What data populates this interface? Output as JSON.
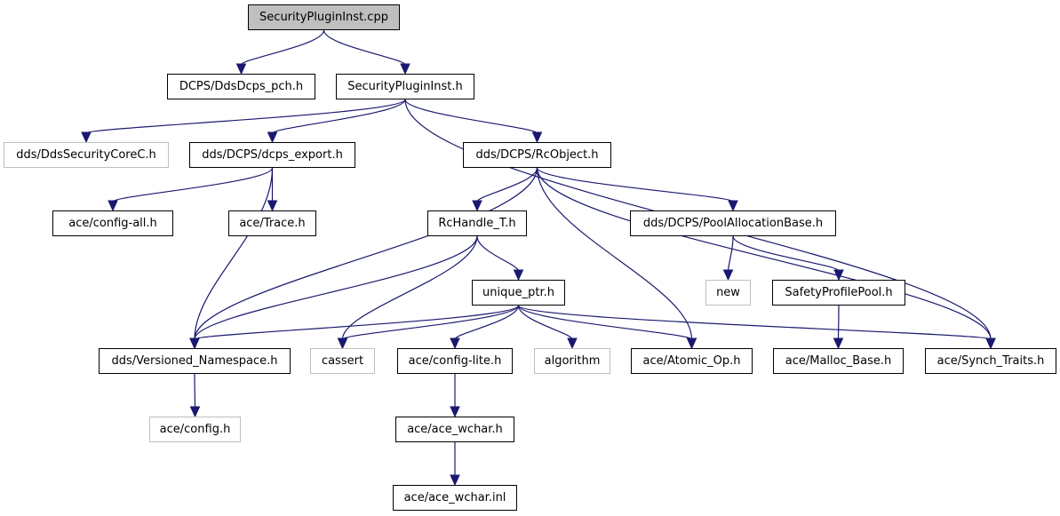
{
  "diagram": {
    "nodes": [
      {
        "id": "root",
        "label": "SecurityPluginInst.cpp",
        "kind": "root"
      },
      {
        "id": "pch",
        "label": "DCPS/DdsDcps_pch.h",
        "kind": "file"
      },
      {
        "id": "spi_h",
        "label": "SecurityPluginInst.h",
        "kind": "file"
      },
      {
        "id": "corec",
        "label": "dds/DdsSecurityCoreC.h",
        "kind": "external"
      },
      {
        "id": "export",
        "label": "dds/DCPS/dcps_export.h",
        "kind": "file"
      },
      {
        "id": "rcobj",
        "label": "dds/DCPS/RcObject.h",
        "kind": "file"
      },
      {
        "id": "cfgall",
        "label": "ace/config-all.h",
        "kind": "file"
      },
      {
        "id": "trace",
        "label": "ace/Trace.h",
        "kind": "file"
      },
      {
        "id": "rchandle",
        "label": "RcHandle_T.h",
        "kind": "file"
      },
      {
        "id": "pool",
        "label": "dds/DCPS/PoolAllocationBase.h",
        "kind": "file"
      },
      {
        "id": "new",
        "label": "new",
        "kind": "external"
      },
      {
        "id": "safety",
        "label": "SafetyProfilePool.h",
        "kind": "file"
      },
      {
        "id": "uptr",
        "label": "unique_ptr.h",
        "kind": "file"
      },
      {
        "id": "vns",
        "label": "dds/Versioned_Namespace.h",
        "kind": "file"
      },
      {
        "id": "cassert",
        "label": "cassert",
        "kind": "external"
      },
      {
        "id": "cfglite",
        "label": "ace/config-lite.h",
        "kind": "file"
      },
      {
        "id": "algorithm",
        "label": "algorithm",
        "kind": "external"
      },
      {
        "id": "atomic",
        "label": "ace/Atomic_Op.h",
        "kind": "file"
      },
      {
        "id": "malloc",
        "label": "ace/Malloc_Base.h",
        "kind": "file"
      },
      {
        "id": "synch",
        "label": "ace/Synch_Traits.h",
        "kind": "file"
      },
      {
        "id": "config",
        "label": "ace/config.h",
        "kind": "external"
      },
      {
        "id": "wchar",
        "label": "ace/ace_wchar.h",
        "kind": "file"
      },
      {
        "id": "wcharinl",
        "label": "ace/ace_wchar.inl",
        "kind": "file"
      }
    ],
    "edges": [
      [
        "root",
        "pch"
      ],
      [
        "root",
        "spi_h"
      ],
      [
        "spi_h",
        "corec"
      ],
      [
        "spi_h",
        "export"
      ],
      [
        "spi_h",
        "rcobj"
      ],
      [
        "spi_h",
        "synch"
      ],
      [
        "export",
        "cfgall"
      ],
      [
        "export",
        "trace"
      ],
      [
        "export",
        "vns"
      ],
      [
        "rcobj",
        "vns"
      ],
      [
        "rcobj",
        "rchandle"
      ],
      [
        "rcobj",
        "atomic"
      ],
      [
        "rcobj",
        "pool"
      ],
      [
        "rcobj",
        "synch"
      ],
      [
        "rchandle",
        "vns"
      ],
      [
        "rchandle",
        "cassert"
      ],
      [
        "rchandle",
        "uptr"
      ],
      [
        "pool",
        "new"
      ],
      [
        "pool",
        "safety"
      ],
      [
        "safety",
        "malloc"
      ],
      [
        "uptr",
        "vns"
      ],
      [
        "uptr",
        "cassert"
      ],
      [
        "uptr",
        "cfglite"
      ],
      [
        "uptr",
        "algorithm"
      ],
      [
        "uptr",
        "atomic"
      ],
      [
        "uptr",
        "synch"
      ],
      [
        "vns",
        "config"
      ],
      [
        "cfglite",
        "wchar"
      ],
      [
        "wchar",
        "wcharinl"
      ]
    ],
    "colors": {
      "edge": "#191970",
      "node_border": "#000000",
      "external_border": "#bfbfbf",
      "root_fill": "#bfbfbf"
    }
  }
}
